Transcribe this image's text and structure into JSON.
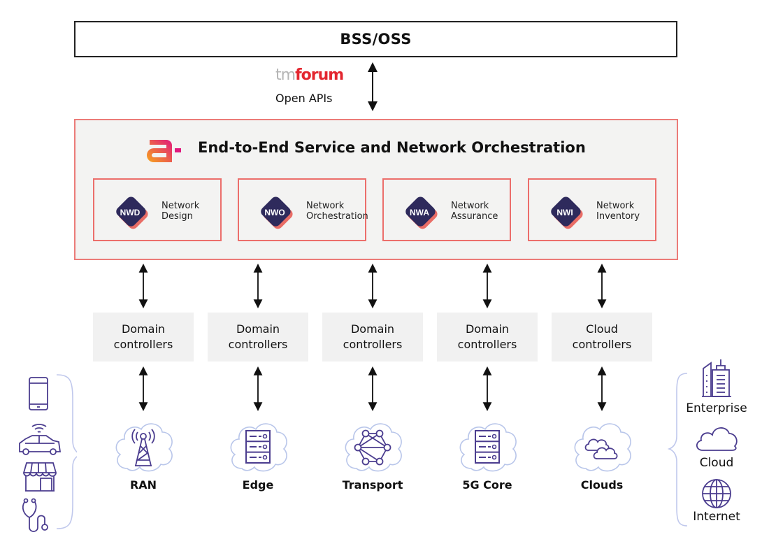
{
  "header": {
    "bss_oss": "BSS/OSS",
    "tmforum_tm": "tm",
    "tmforum_forum": "forum",
    "open_apis": "Open APIs"
  },
  "orchestration": {
    "title": "End-to-End Service and Network Orchestration",
    "logo_icon": "amdocs-a-logo-icon",
    "modules": [
      {
        "badge": "NWD",
        "line1": "Network",
        "line2": "Design"
      },
      {
        "badge": "NWO",
        "line1": "Network",
        "line2": "Orchestration"
      },
      {
        "badge": "NWA",
        "line1": "Network",
        "line2": "Assurance"
      },
      {
        "badge": "NWI",
        "line1": "Network",
        "line2": "Inventory"
      }
    ]
  },
  "controllers": [
    {
      "line1": "Domain",
      "line2": "controllers"
    },
    {
      "line1": "Domain",
      "line2": "controllers"
    },
    {
      "line1": "Domain",
      "line2": "controllers"
    },
    {
      "line1": "Domain",
      "line2": "controllers"
    },
    {
      "line1": "Cloud",
      "line2": "controllers"
    }
  ],
  "domains": [
    {
      "label": "RAN",
      "icon": "cell-tower-icon"
    },
    {
      "label": "Edge",
      "icon": "server-rack-icon"
    },
    {
      "label": "Transport",
      "icon": "mesh-network-icon"
    },
    {
      "label": "5G Core",
      "icon": "server-rack-icon"
    },
    {
      "label": "Clouds",
      "icon": "double-cloud-icon"
    }
  ],
  "left_devices": [
    "smartphone-icon",
    "connected-car-icon",
    "storefront-icon",
    "stethoscope-icon"
  ],
  "right_endpoints": [
    {
      "label": "Enterprise",
      "icon": "office-building-icon"
    },
    {
      "label": "Cloud",
      "icon": "cloud-icon"
    },
    {
      "label": "Internet",
      "icon": "globe-icon"
    }
  ],
  "colors": {
    "accent_border": "#ec6e6b",
    "panel_bg": "#f3f3f2",
    "icon_purple": "#4b3d8f",
    "cloud_outline": "#b9c6ea",
    "badge_navy": "#2e2a5c",
    "tmforum_red": "#e3262f"
  }
}
